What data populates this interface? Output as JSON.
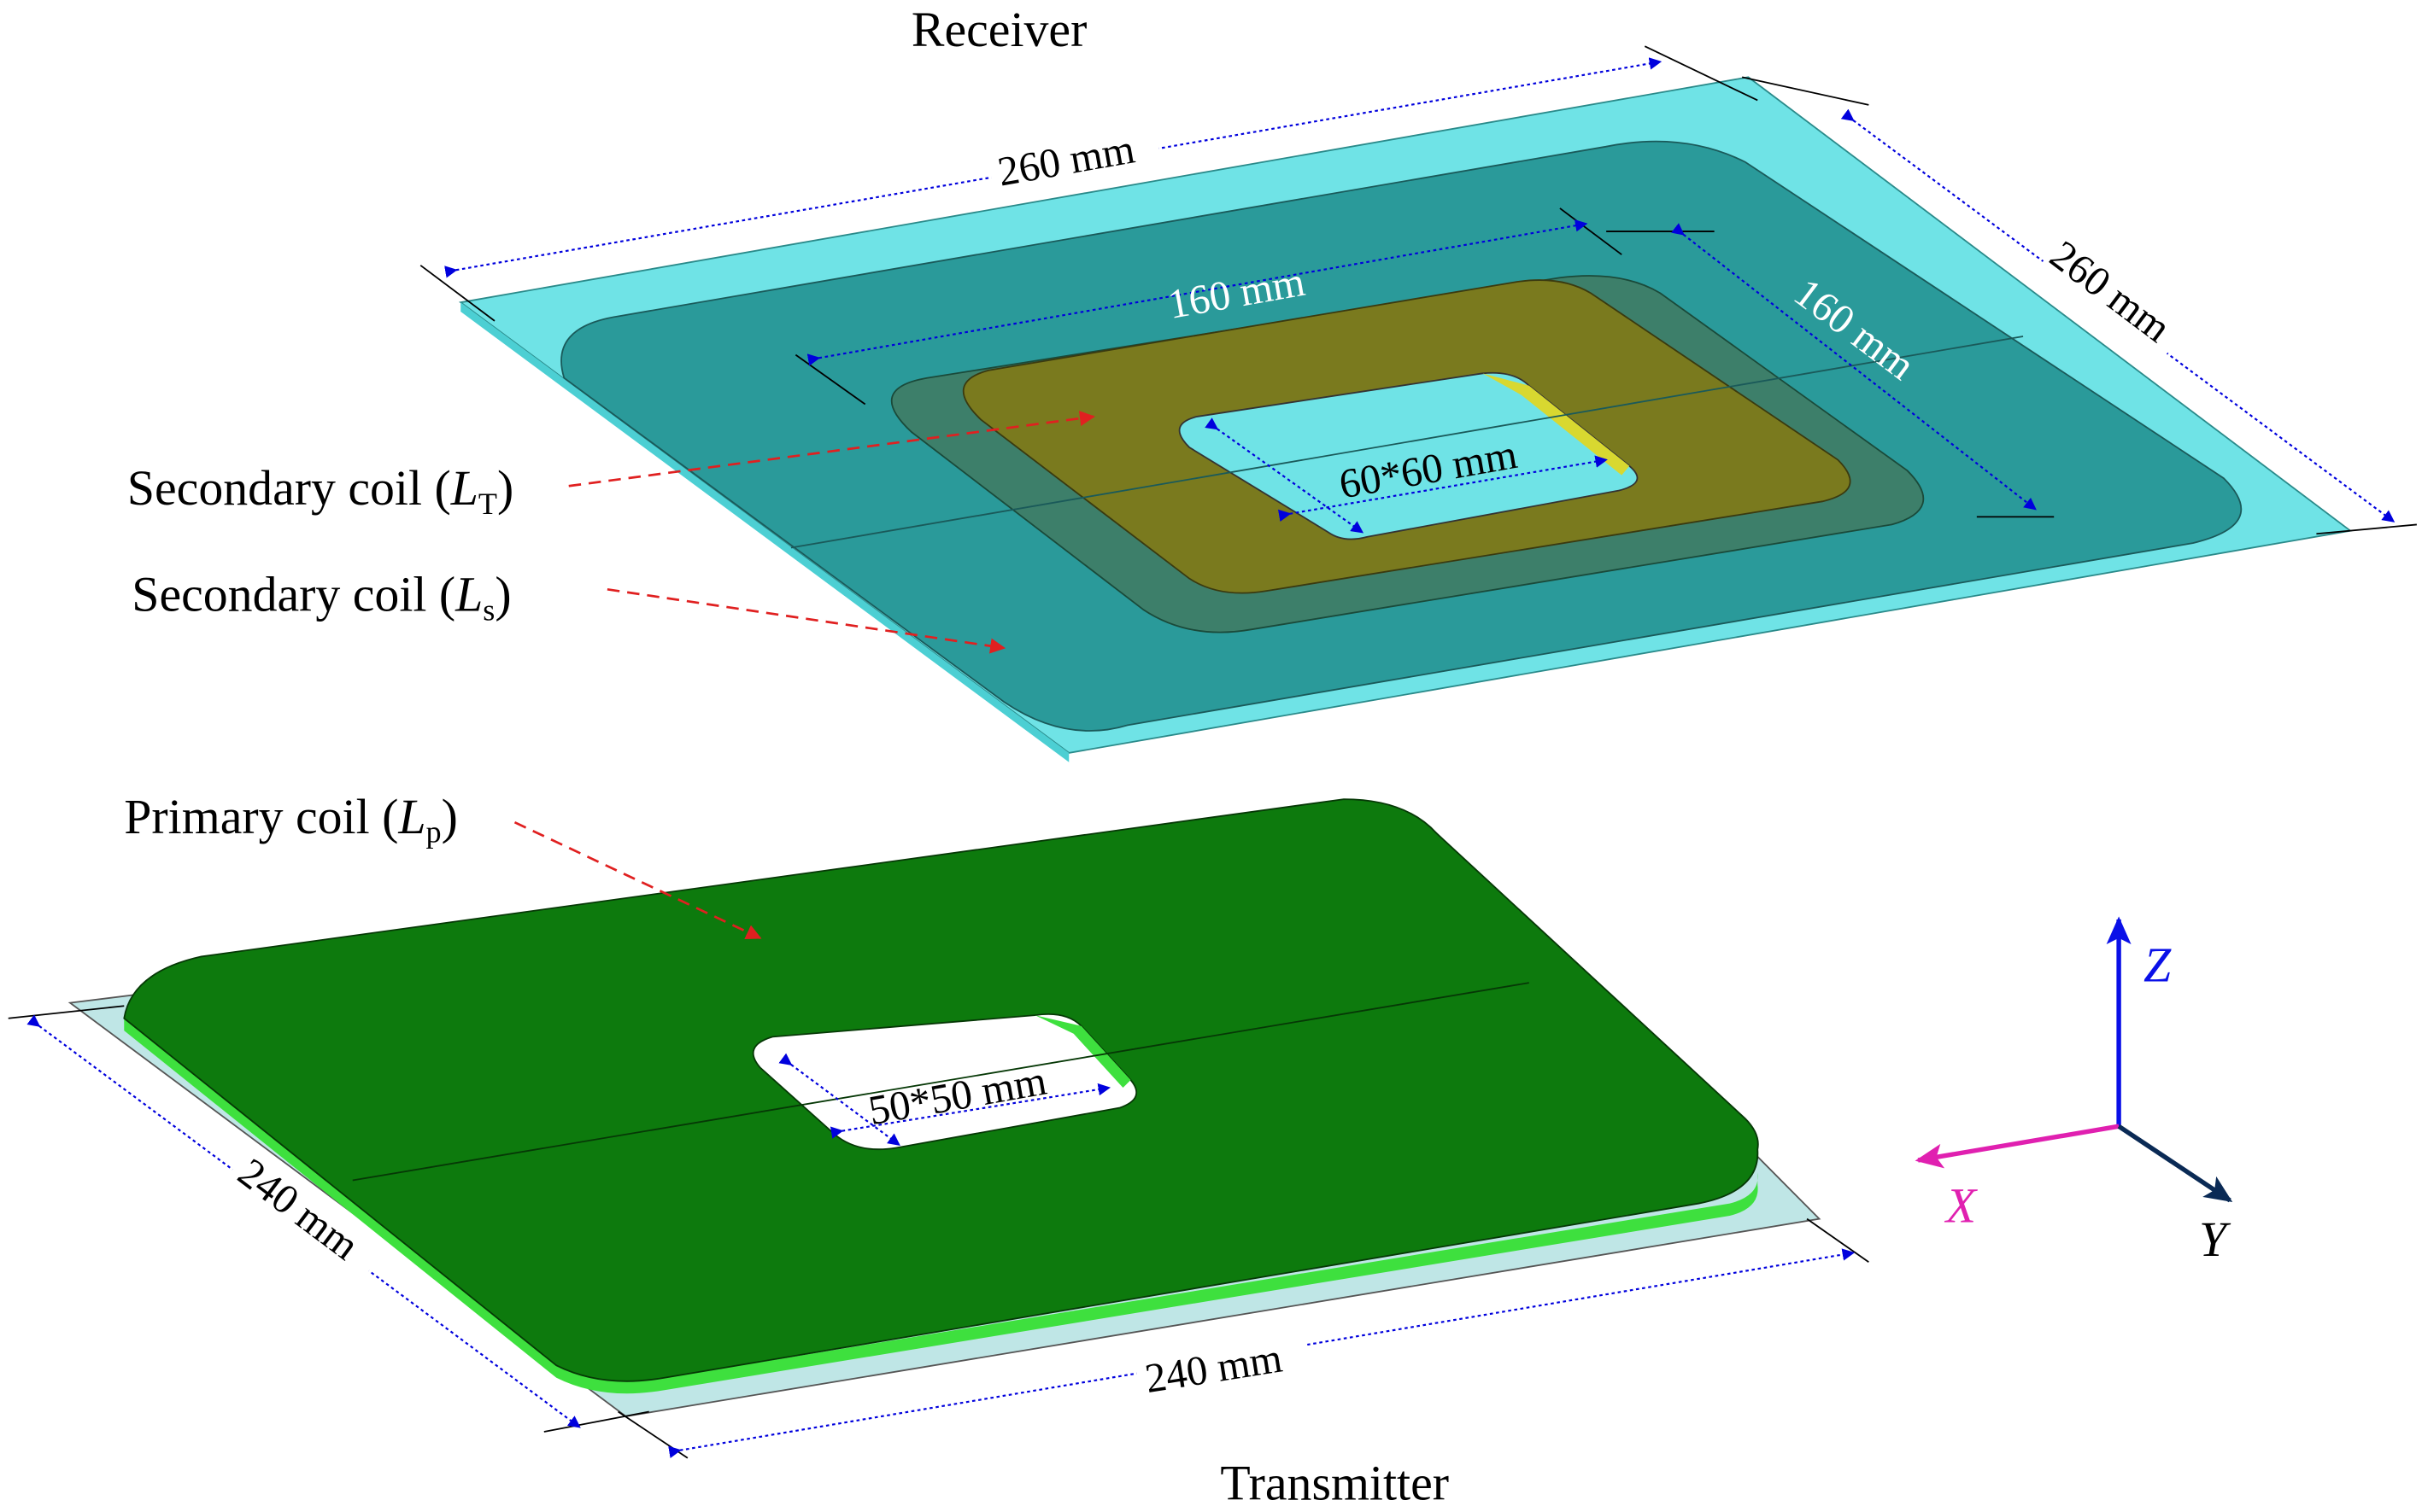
{
  "titles": {
    "receiver": "Receiver",
    "transmitter": "Transmitter"
  },
  "labels": {
    "secondary_lt": {
      "text": "Secondary coil (",
      "sym": "L",
      "sub": "T",
      "close": ")"
    },
    "secondary_ls": {
      "text": "Secondary coil (",
      "sym": "L",
      "sub": "s",
      "close": ")"
    },
    "primary_lp": {
      "text": "Primary coil (",
      "sym": "L",
      "sub": "p",
      "close": ")"
    }
  },
  "dimensions": {
    "receiver_width": "260 mm",
    "receiver_depth": "260 mm",
    "secondary_width": "160 mm",
    "secondary_depth": "160 mm",
    "receiver_hole": "60*60 mm",
    "transmitter_hole": "50*50 mm",
    "transmitter_depth": "240 mm",
    "transmitter_width": "240 mm"
  },
  "axes": {
    "x": "X",
    "y": "Y",
    "z": "Z"
  },
  "colors": {
    "receiver_plate": "#6fe3e6",
    "receiver_coil": "#2a9a9a",
    "inner_coil": "#7a7a1e",
    "primary_coil": "#0d7a0d",
    "primary_edge": "#3ee03e",
    "dim_arrow": "#0000dd",
    "leader": "#e02020",
    "axis_x": "#e020b0",
    "axis_z": "#0a10e8",
    "axis_y": "#0a2a55"
  }
}
